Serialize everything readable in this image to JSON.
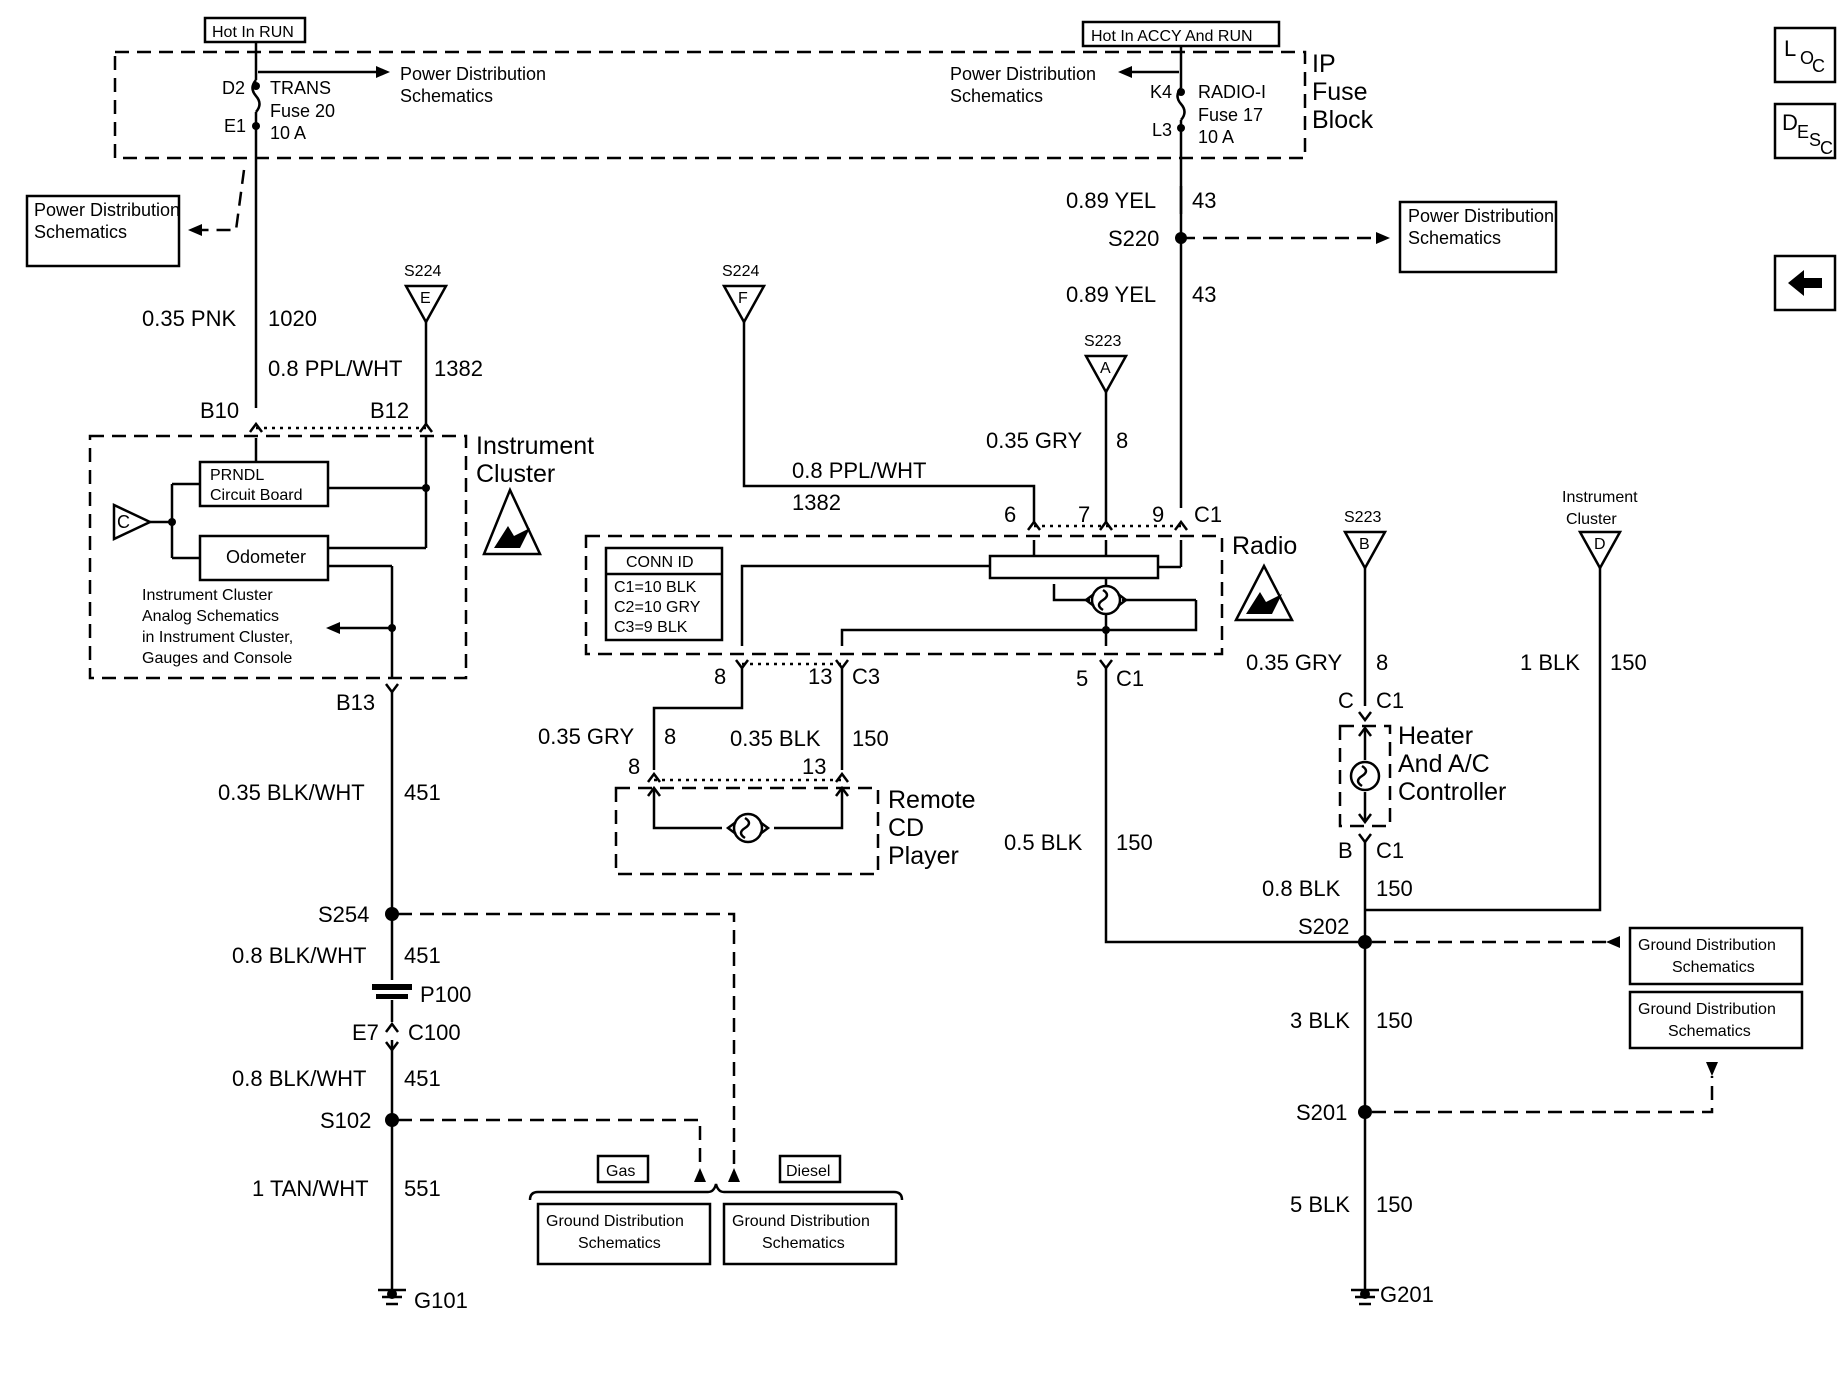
{
  "fuse_block": {
    "title": "IP Fuse Block",
    "hot_run": "Hot In RUN",
    "hot_accy_run": "Hot In ACCY And RUN",
    "trans_fuse": {
      "pin_in": "D2",
      "pin_out": "E1",
      "name": "TRANS",
      "fuse": "Fuse 20",
      "amps": "10 A"
    },
    "radio_fuse": {
      "pin_in": "K4",
      "pin_out": "L3",
      "name": "RADIO-I",
      "fuse": "Fuse 17",
      "amps": "10 A"
    },
    "power_dist": "Power Distribution Schematics"
  },
  "boxes": {
    "power_dist_left": "Power Distribution Schematics",
    "power_dist_right": "Power Distribution Schematics",
    "ground_dist_1": "Ground Distribution Schematics",
    "ground_dist_2": "Ground Distribution Schematics",
    "ground_dist_gas": "Ground Distribution Schematics",
    "ground_dist_diesel": "Ground Distribution Schematics",
    "gas": "Gas",
    "diesel": "Diesel"
  },
  "side_icons": {
    "loc": "LOC",
    "desc": "DESC",
    "back": "back"
  },
  "instrument_cluster": {
    "title": "Instrument Cluster",
    "prndl": "PRNDL Circuit Board",
    "odometer": "Odometer",
    "analog_note": "Instrument Cluster Analog Schematics in Instrument Cluster, Gauges and Console",
    "pins": [
      "B10",
      "B12",
      "B13"
    ],
    "connector_c": "C"
  },
  "radio": {
    "title": "Radio",
    "conn_id_title": "CONN ID",
    "conn_id": [
      "C1=10 BLK",
      "C2=10 GRY",
      "C3=9 BLK"
    ],
    "pins_top": [
      "6",
      "7",
      "9"
    ],
    "c1": "C1",
    "pins_bottom": [
      "8",
      "13",
      "C3",
      "5",
      "C1"
    ]
  },
  "remote_cd": {
    "title": "Remote CD Player",
    "pins": [
      "8",
      "13"
    ]
  },
  "heater": {
    "title": "Heater And A/C Controller",
    "pin_c": "C",
    "pin_b": "B",
    "c1": "C1"
  },
  "splices": {
    "s224_e": {
      "id": "S224",
      "letter": "E"
    },
    "s224_f": {
      "id": "S224",
      "letter": "F"
    },
    "s223_a": {
      "id": "S223",
      "letter": "A"
    },
    "s223_b": {
      "id": "S223",
      "letter": "B"
    },
    "ic_d": {
      "id": "Instrument Cluster",
      "letter": "D"
    },
    "s220": "S220",
    "s254": "S254",
    "s102": "S102",
    "s202": "S202",
    "s201": "S201",
    "p100": "P100",
    "e7": "E7",
    "c100": "C100",
    "g101": "G101",
    "g201": "G201"
  },
  "wires": {
    "w1020": {
      "gauge": "0.35 PNK",
      "circuit": "1020"
    },
    "w1382a": {
      "gauge": "0.8 PPL/WHT",
      "circuit": "1382"
    },
    "w1382b": {
      "gauge": "0.8 PPL/WHT",
      "circuit": "1382"
    },
    "w43a": {
      "gauge": "0.89 YEL",
      "circuit": "43"
    },
    "w43b": {
      "gauge": "0.89 YEL",
      "circuit": "43"
    },
    "w8a": {
      "gauge": "0.35 GRY",
      "circuit": "8"
    },
    "w8b": {
      "gauge": "0.35 GRY",
      "circuit": "8"
    },
    "w8c": {
      "gauge": "0.35 GRY",
      "circuit": "8"
    },
    "w150a": {
      "gauge": "0.35 BLK",
      "circuit": "150"
    },
    "w150b": {
      "gauge": "1 BLK",
      "circuit": "150"
    },
    "w150c": {
      "gauge": "0.5 BLK",
      "circuit": "150"
    },
    "w150d": {
      "gauge": "0.8 BLK",
      "circuit": "150"
    },
    "w150e": {
      "gauge": "3 BLK",
      "circuit": "150"
    },
    "w150f": {
      "gauge": "5 BLK",
      "circuit": "150"
    },
    "w451a": {
      "gauge": "0.35 BLK/WHT",
      "circuit": "451"
    },
    "w451b": {
      "gauge": "0.8 BLK/WHT",
      "circuit": "451"
    },
    "w451c": {
      "gauge": "0.8 BLK/WHT",
      "circuit": "451"
    },
    "w551": {
      "gauge": "1 TAN/WHT",
      "circuit": "551"
    }
  }
}
